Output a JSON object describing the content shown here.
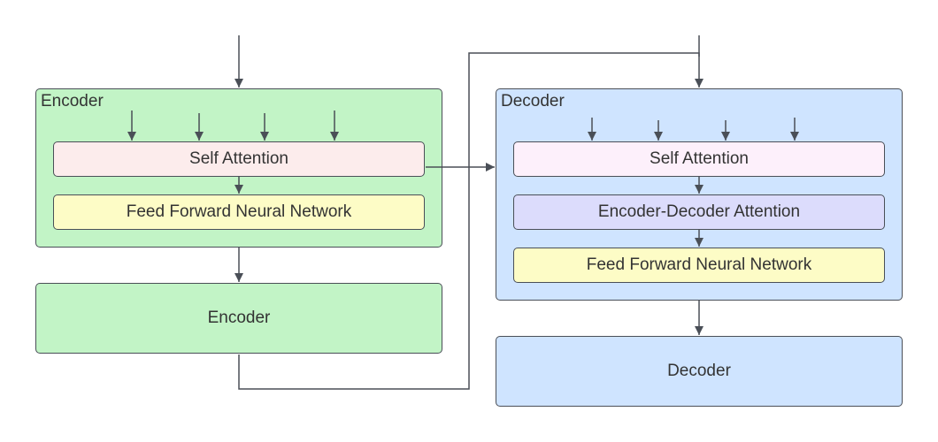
{
  "encoder_detail": {
    "title": "Encoder",
    "self_attention": "Self Attention",
    "feed_forward": "Feed Forward Neural Network"
  },
  "encoder_stack": {
    "label": "Encoder"
  },
  "decoder_detail": {
    "title": "Decoder",
    "self_attention": "Self Attention",
    "encoder_decoder_attention": "Encoder-Decoder Attention",
    "feed_forward": "Feed Forward Neural Network"
  },
  "decoder_stack": {
    "label": "Decoder"
  },
  "colors": {
    "encoder_fill": "#c2f4c6",
    "decoder_fill": "#cfe4ff",
    "encoder_self_attention_fill": "#fcecec",
    "decoder_self_attention_fill": "#fdf0fb",
    "encoder_decoder_attention_fill": "#dcdcfc",
    "feed_forward_fill": "#fdfcc6",
    "stroke": "#4a4f57"
  }
}
